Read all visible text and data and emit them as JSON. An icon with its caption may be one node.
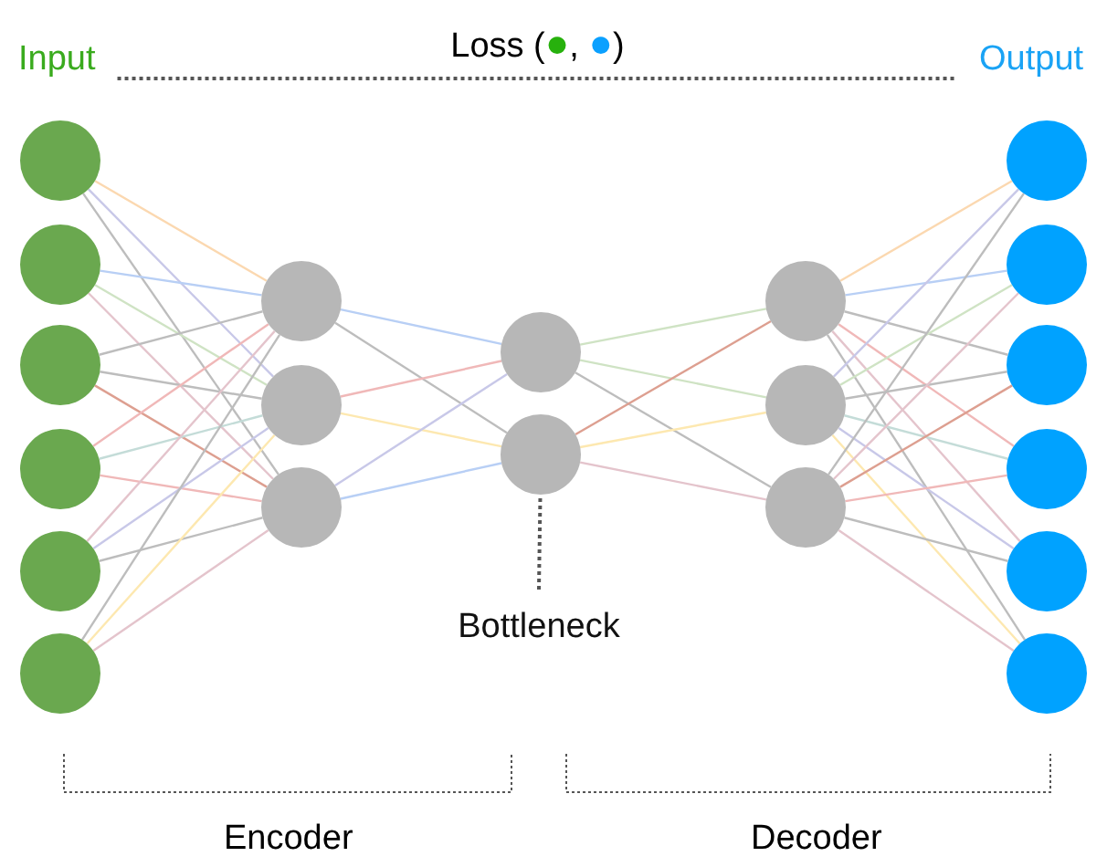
{
  "diagram": {
    "nodes": [
      {
        "text": [
          "Input"
        ]
      },
      {
        "text": [
          "Output"
        ]
      },
      {
        "text": [],
        "shape": "circle"
      },
      {
        "text": [],
        "shape": "circle"
      },
      {
        "text": [],
        "shape": "circle"
      },
      {
        "text": [],
        "shape": "circle"
      },
      {
        "text": [],
        "shape": "circle"
      },
      {
        "text": [],
        "shape": "circle"
      },
      {
        "text": [],
        "shape": "circle"
      },
      {
        "text": [],
        "shape": "circle"
      },
      {
        "text": [],
        "shape": "circle"
      },
      {
        "text": [],
        "shape": "circle"
      },
      {
        "text": [],
        "shape": "circle"
      },
      {
        "text": [],
        "shape": "circle"
      },
      {
        "text": [],
        "shape": "circle"
      },
      {
        "text": [],
        "shape": "circle"
      },
      {
        "text": [],
        "shape": "circle"
      },
      {
        "text": [],
        "shape": "circle"
      },
      {
        "text": [],
        "shape": "circle"
      },
      {
        "text": [],
        "shape": "circle"
      },
      {
        "text": [],
        "shape": "circle"
      },
      {
        "text": [],
        "shape": "circle"
      },
      {
        "text": [
          "Bottleneck"
        ]
      }
    ],
    "edges": [
      {
        "from": 0,
        "to": 1,
        "arrow": "none",
        "style": "dashed",
        "color": "#555555",
        "label": "Loss (●, ●)"
      },
      {
        "from": 2,
        "to": 8,
        "arrow": "none",
        "color": "#fbd8b0"
      },
      {
        "from": 2,
        "to": 9,
        "arrow": "none",
        "color": "#c8c8e8"
      },
      {
        "from": 2,
        "to": 10,
        "arrow": "none"
      },
      {
        "from": 3,
        "to": 8,
        "arrow": "none",
        "color": "#b8cff5"
      },
      {
        "from": 3,
        "to": 9,
        "arrow": "none",
        "color": "#cfe3c4"
      },
      {
        "from": 3,
        "to": 10,
        "arrow": "none",
        "color": "#e4c4cc"
      },
      {
        "from": 4,
        "to": 8,
        "arrow": "none"
      },
      {
        "from": 4,
        "to": 9,
        "arrow": "none"
      },
      {
        "from": 4,
        "to": 10,
        "arrow": "none",
        "color": "#dd9f90"
      },
      {
        "from": 5,
        "to": 8,
        "arrow": "none",
        "color": "#f0b8b8"
      },
      {
        "from": 5,
        "to": 9,
        "arrow": "none",
        "color": "#c4dcd8"
      },
      {
        "from": 5,
        "to": 10,
        "arrow": "none",
        "color": "#f0b8b8"
      },
      {
        "from": 6,
        "to": 8,
        "arrow": "none",
        "color": "#e4c4cc"
      },
      {
        "from": 6,
        "to": 9,
        "arrow": "none",
        "color": "#c8c8e8"
      },
      {
        "from": 6,
        "to": 10,
        "arrow": "none"
      },
      {
        "from": 7,
        "to": 8,
        "arrow": "none"
      },
      {
        "from": 7,
        "to": 9,
        "arrow": "none",
        "color": "#fde8b0"
      },
      {
        "from": 7,
        "to": 10,
        "arrow": "none",
        "color": "#e4c4cc"
      },
      {
        "from": 8,
        "to": 11,
        "arrow": "none",
        "color": "#b8cff5"
      },
      {
        "from": 8,
        "to": 12,
        "arrow": "none"
      },
      {
        "from": 9,
        "to": 11,
        "arrow": "none",
        "color": "#f0b8b8"
      },
      {
        "from": 9,
        "to": 12,
        "arrow": "none",
        "color": "#fde8b0"
      },
      {
        "from": 10,
        "to": 11,
        "arrow": "none",
        "color": "#c8c8e8"
      },
      {
        "from": 10,
        "to": 12,
        "arrow": "none",
        "color": "#b8cff5"
      },
      {
        "from": 11,
        "to": 13,
        "arrow": "none",
        "color": "#cfe3c4"
      },
      {
        "from": 11,
        "to": 14,
        "arrow": "none",
        "color": "#cfe3c4"
      },
      {
        "from": 11,
        "to": 15,
        "arrow": "none"
      },
      {
        "from": 12,
        "to": 13,
        "arrow": "none",
        "color": "#dd9f90"
      },
      {
        "from": 12,
        "to": 14,
        "arrow": "none",
        "color": "#fde8b0"
      },
      {
        "from": 12,
        "to": 15,
        "arrow": "none",
        "color": "#e4c4cc"
      },
      {
        "from": 13,
        "to": 16,
        "arrow": "none",
        "color": "#fbd8b0"
      },
      {
        "from": 13,
        "to": 17,
        "arrow": "none",
        "color": "#b8cff5"
      },
      {
        "from": 13,
        "to": 18,
        "arrow": "none"
      },
      {
        "from": 13,
        "to": 19,
        "arrow": "none",
        "color": "#f0b8b8"
      },
      {
        "from": 13,
        "to": 20,
        "arrow": "none",
        "color": "#e4c4cc"
      },
      {
        "from": 13,
        "to": 21,
        "arrow": "none"
      },
      {
        "from": 14,
        "to": 16,
        "arrow": "none",
        "color": "#c8c8e8"
      },
      {
        "from": 14,
        "to": 17,
        "arrow": "none",
        "color": "#cfe3c4"
      },
      {
        "from": 14,
        "to": 18,
        "arrow": "none"
      },
      {
        "from": 14,
        "to": 19,
        "arrow": "none",
        "color": "#c4dcd8"
      },
      {
        "from": 14,
        "to": 20,
        "arrow": "none",
        "color": "#c8c8e8"
      },
      {
        "from": 14,
        "to": 21,
        "arrow": "none",
        "color": "#fde8b0"
      },
      {
        "from": 15,
        "to": 16,
        "arrow": "none"
      },
      {
        "from": 15,
        "to": 17,
        "arrow": "none",
        "color": "#e4c4cc"
      },
      {
        "from": 15,
        "to": 18,
        "arrow": "none",
        "color": "#dd9f90"
      },
      {
        "from": 15,
        "to": 19,
        "arrow": "none",
        "color": "#f0b8b8"
      },
      {
        "from": 15,
        "to": 20,
        "arrow": "none"
      },
      {
        "from": 15,
        "to": 21,
        "arrow": "none",
        "color": "#e4c4cc"
      },
      {
        "from": 22,
        "to": 12,
        "arrow": "none",
        "style": "dashed",
        "color": "#555555"
      }
    ],
    "labels": [
      "Encoder",
      "Decoder"
    ]
  }
}
